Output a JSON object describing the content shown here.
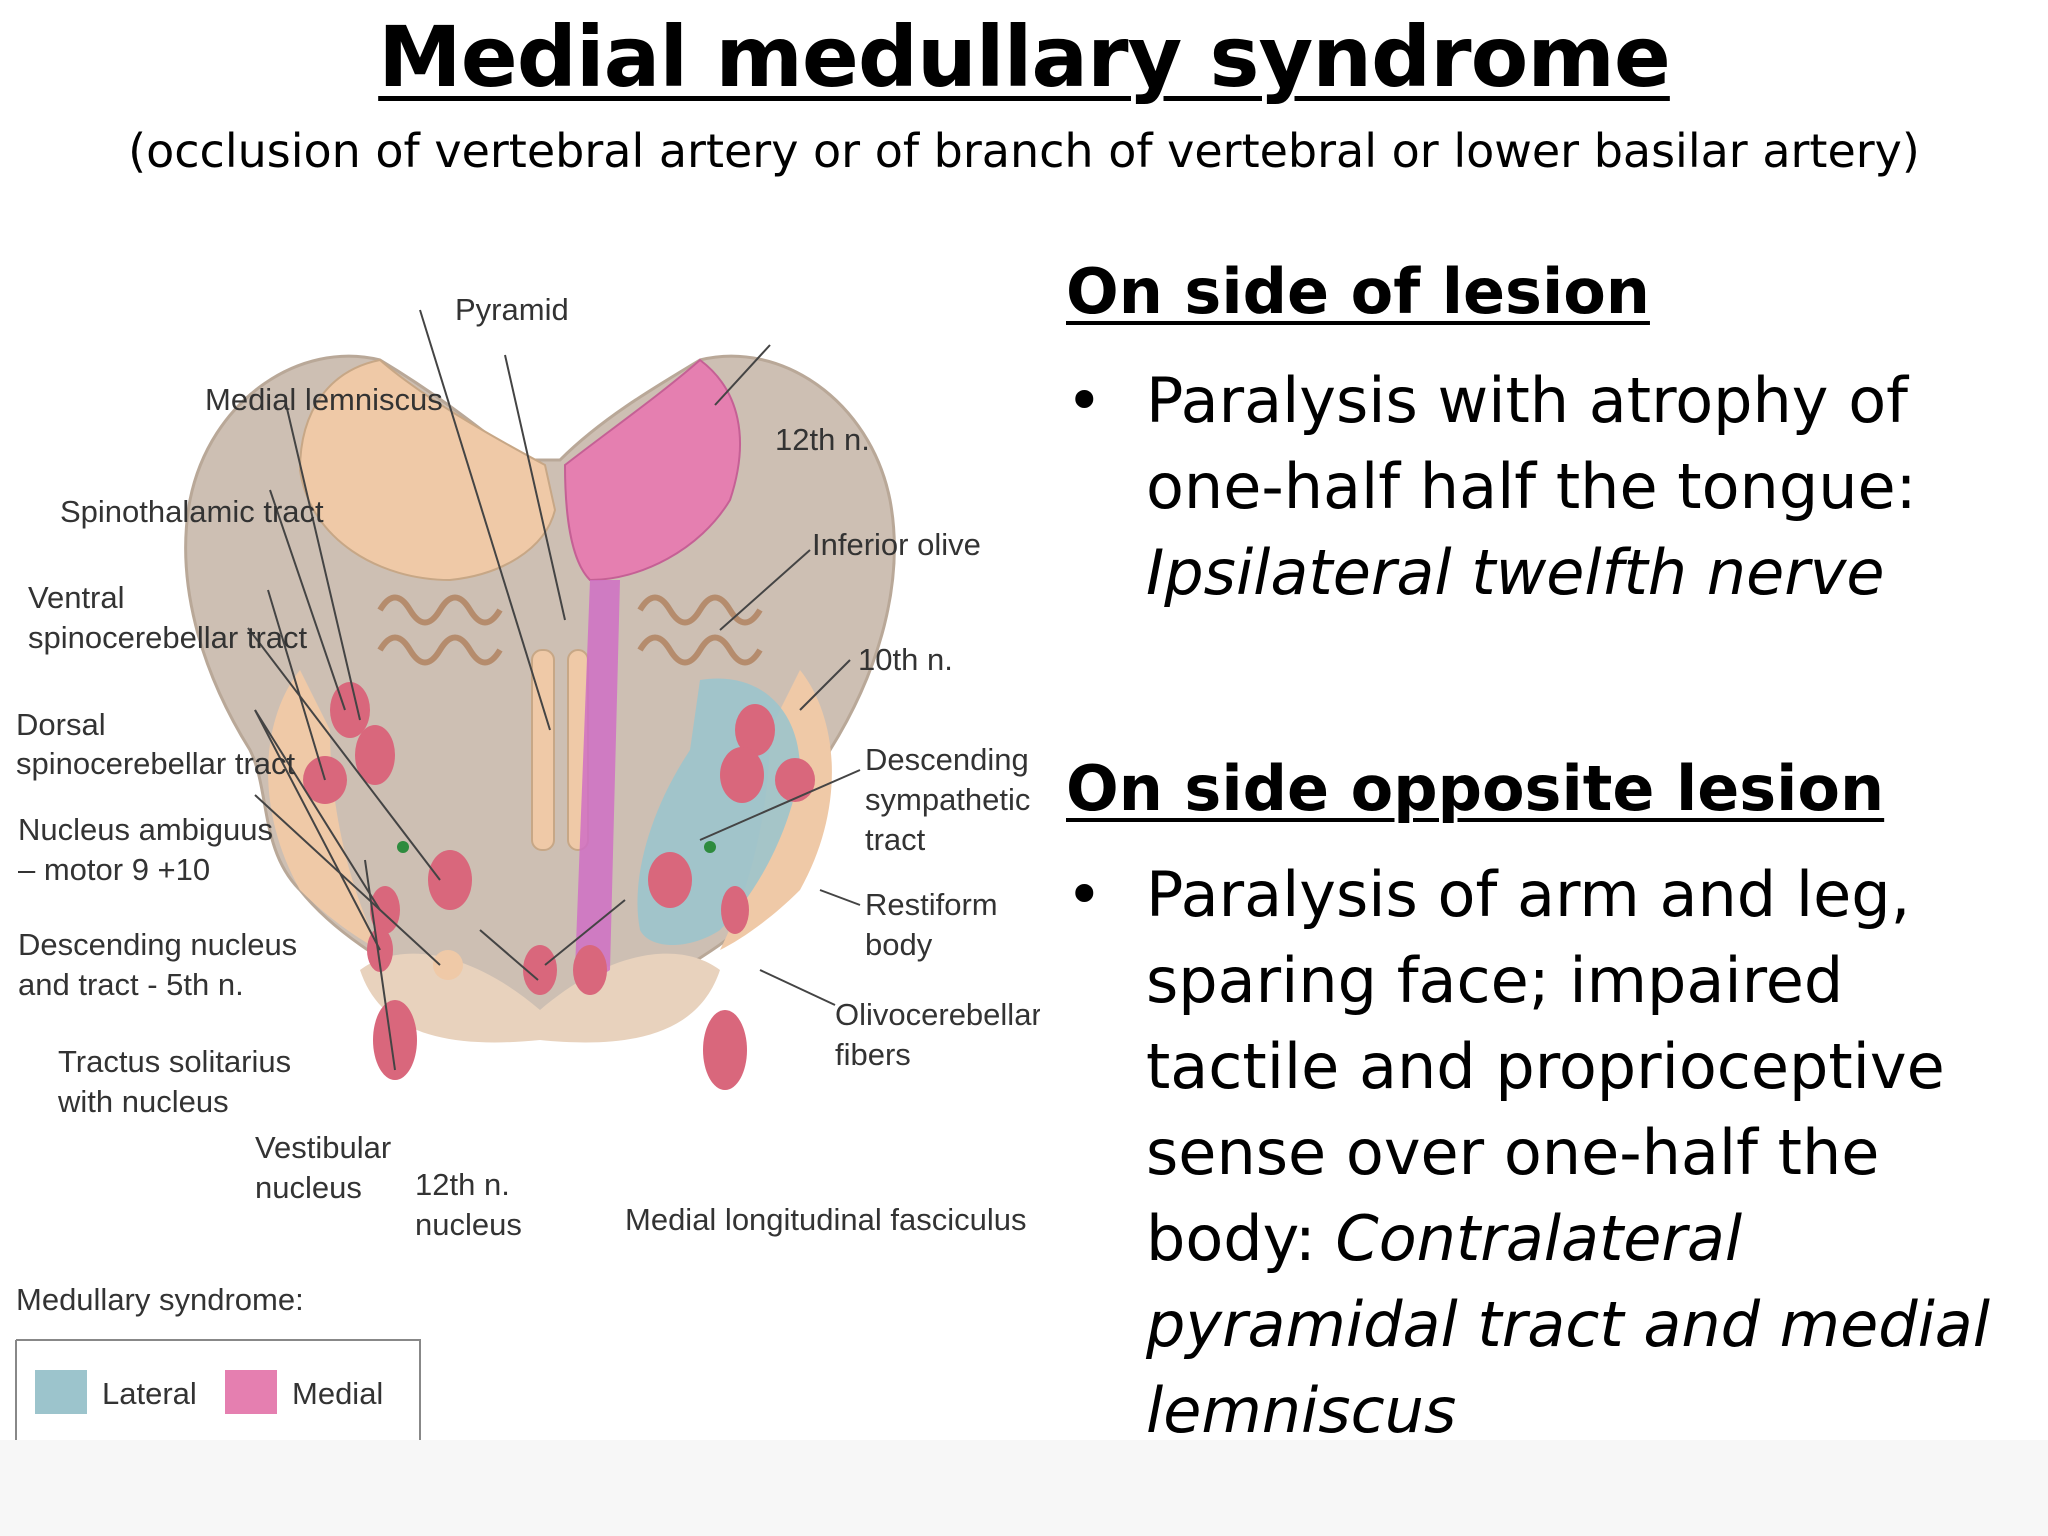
{
  "title": "Medial medullary syndrome",
  "subtitle": "(occlusion of vertebral artery or of branch of vertebral or lower basilar artery)",
  "ipsilateral": {
    "heading": "On side of lesion",
    "bullet_text": "Paralysis with atrophy of one-half half the tongue: ",
    "bullet_italic": "Ipsilateral twelfth nerve"
  },
  "contralateral": {
    "heading": "On side opposite lesion",
    "bullet_text": "Paralysis of arm and leg, sparing face; impaired tactile and proprioceptive sense over one-half the body: ",
    "bullet_italic": "Contralateral pyramidal tract and medial lemniscus"
  },
  "bullet_glyph": "•",
  "figure": {
    "labels": {
      "pyramid": "Pyramid",
      "medial_lemniscus": "Medial lemniscus",
      "spinothalamic": "Spinothalamic tract",
      "ventral_spino_1": "Ventral",
      "ventral_spino_2": "spinocerebellar tract",
      "dorsal_spino_1": "Dorsal",
      "dorsal_spino_2": "spinocerebellar tract",
      "nucleus_ambiguus_1": "Nucleus ambiguus",
      "nucleus_ambiguus_2": "– motor 9 +10",
      "desc_nucleus_1": "Descending nucleus",
      "desc_nucleus_2": "and tract - 5th n.",
      "tractus_1": "Tractus solitarius",
      "tractus_2": "with nucleus",
      "vestibular_1": "Vestibular",
      "vestibular_2": "nucleus",
      "twelfth_nucleus_1": "12th n.",
      "twelfth_nucleus_2": "nucleus",
      "mlf": "Medial longitudinal fasciculus",
      "twelfth_n": "12th n.",
      "inferior_olive": "Inferior olive",
      "tenth_n": "10th n.",
      "desc_symp_1": "Descending",
      "desc_symp_2": "sympathetic",
      "desc_symp_3": "tract",
      "restiform_1": "Restiform",
      "restiform_2": "body",
      "olivo_1": "Olivocerebellar",
      "olivo_2": "fibers"
    },
    "legend": {
      "title": "Medullary syndrome:",
      "lateral": "Lateral",
      "medial": "Medial"
    },
    "colors": {
      "lateral": "#9cc4cc",
      "medial": "#e57fb0",
      "tissue": "#cdbfb3",
      "tan": "#efc9a7",
      "nucleus": "#d9677c"
    }
  }
}
